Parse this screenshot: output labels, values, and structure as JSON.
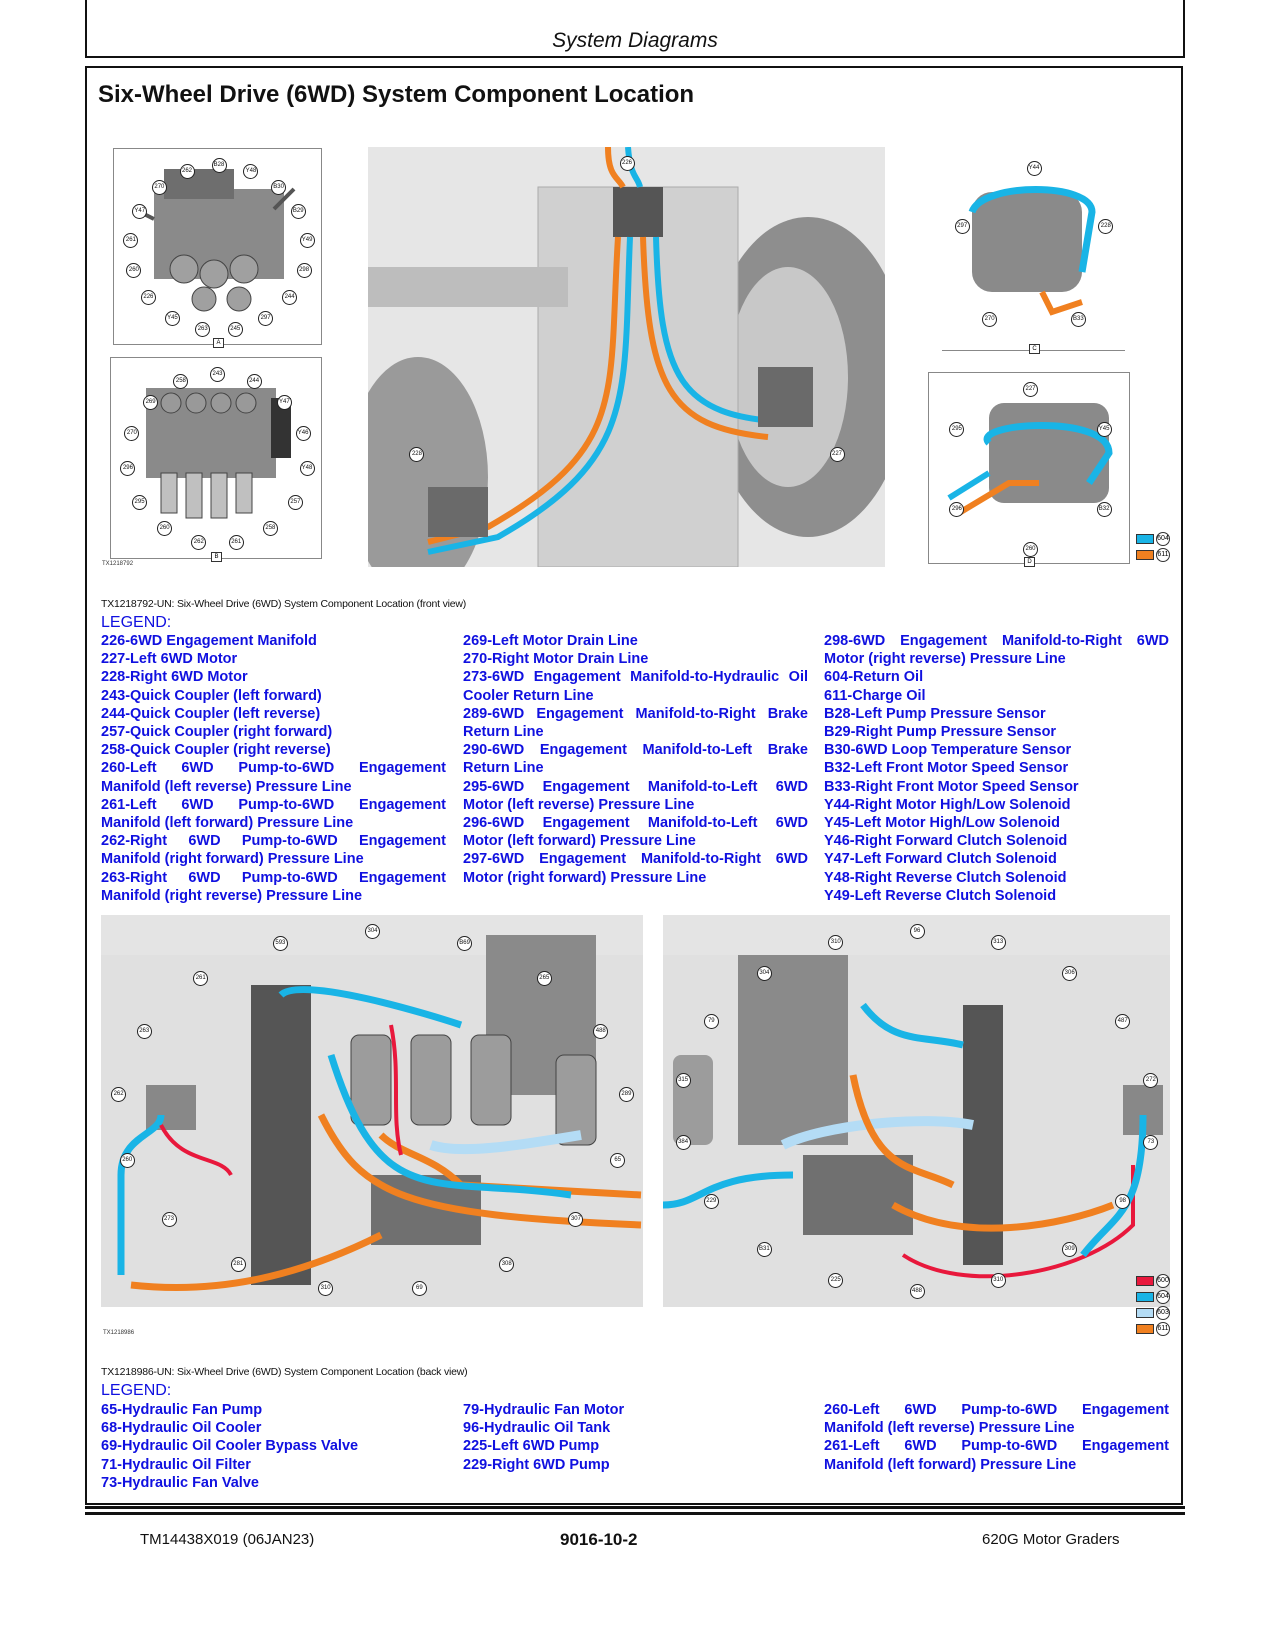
{
  "header": {
    "section_title": "System Diagrams"
  },
  "page_title": "Six-Wheel Drive (6WD) System Component Location",
  "front_view": {
    "figure_id": "TX1218792",
    "figure_labels": [
      "A",
      "B",
      "C",
      "D"
    ],
    "callouts_a": [
      "B28",
      "Y48",
      "B30",
      "B29",
      "Y49",
      "298",
      "244",
      "297",
      "245",
      "263",
      "Y45",
      "226",
      "260",
      "261",
      "Y47",
      "270",
      "262"
    ],
    "callouts_b": [
      "243",
      "244",
      "Y47",
      "Y46",
      "Y48",
      "257",
      "258",
      "261",
      "262",
      "260",
      "295",
      "296",
      "270",
      "269",
      "258"
    ],
    "callouts_main": [
      "226",
      "227",
      "228"
    ],
    "callouts_c": [
      "Y44",
      "228",
      "B33",
      "270",
      "297"
    ],
    "callouts_d": [
      "227",
      "Y45",
      "B32",
      "260",
      "296",
      "295"
    ],
    "swatches": [
      {
        "code": "604",
        "color": "#19b4e6"
      },
      {
        "code": "611",
        "color": "#f08020"
      }
    ],
    "caption": "TX1218792-UN: Six-Wheel Drive (6WD) System Component Location (front view)",
    "legend_title": "LEGEND:",
    "legend_columns": [
      [
        "226-6WD Engagement Manifold",
        "227-Left 6WD Motor",
        "228-Right 6WD Motor",
        "243-Quick Coupler (left forward)",
        "244-Quick Coupler (left reverse)",
        "257-Quick Coupler (right forward)",
        "258-Quick Coupler (right reverse)",
        "260-Left 6WD Pump-to-6WD Engagement Manifold (left reverse) Pressure Line",
        "261-Left 6WD Pump-to-6WD Engagement Manifold (left forward) Pressure Line",
        "262-Right 6WD Pump-to-6WD Engagement Manifold (right forward) Pressure Line",
        "263-Right 6WD Pump-to-6WD Engagement Manifold (right reverse) Pressure Line"
      ],
      [
        "269-Left Motor Drain Line",
        "270-Right Motor Drain Line",
        "273-6WD Engagement Manifold-to-Hydraulic Oil Cooler Return Line",
        "289-6WD Engagement Manifold-to-Right Brake Return Line",
        "290-6WD Engagement Manifold-to-Left Brake Return Line",
        "295-6WD Engagement Manifold-to-Left 6WD Motor (left reverse) Pressure Line",
        "296-6WD Engagement Manifold-to-Left 6WD Motor (left forward) Pressure Line",
        "297-6WD Engagement Manifold-to-Right 6WD Motor (right forward) Pressure Line"
      ],
      [
        "298-6WD Engagement Manifold-to-Right 6WD Motor (right reverse) Pressure Line",
        "604-Return Oil",
        "611-Charge Oil",
        "B28-Left Pump Pressure Sensor",
        "B29-Right Pump Pressure Sensor",
        "B30-6WD Loop Temperature Sensor",
        "B32-Left Front Motor Speed Sensor",
        "B33-Right Front Motor Speed Sensor",
        "Y44-Right Motor High/Low Solenoid",
        "Y45-Left Motor High/Low Solenoid",
        "Y46-Right Forward Clutch Solenoid",
        "Y47-Left Forward Clutch Solenoid",
        "Y48-Right Reverse Clutch Solenoid",
        "Y49-Left Reverse Clutch Solenoid"
      ]
    ]
  },
  "back_view": {
    "figure_id": "TX1218986",
    "callouts_left": [
      "304",
      "B69",
      "265",
      "488",
      "289",
      "65",
      "307",
      "308",
      "69",
      "310",
      "281",
      "273",
      "260",
      "262",
      "263",
      "261",
      "593"
    ],
    "callouts_right": [
      "96",
      "313",
      "306",
      "487",
      "272",
      "73",
      "98",
      "309",
      "310",
      "488",
      "225",
      "B31",
      "229",
      "384",
      "315",
      "79",
      "304",
      "310"
    ],
    "swatches": [
      {
        "code": "600",
        "color": "#e8183c"
      },
      {
        "code": "604",
        "color": "#19b4e6"
      },
      {
        "code": "603",
        "color": "#b4dcf5"
      },
      {
        "code": "611",
        "color": "#f08020"
      }
    ],
    "caption": "TX1218986-UN: Six-Wheel Drive (6WD) System Component Location (back view)",
    "legend_title": "LEGEND:",
    "legend_columns": [
      [
        "65-Hydraulic Fan Pump",
        "68-Hydraulic Oil Cooler",
        "69-Hydraulic Oil Cooler Bypass Valve",
        "71-Hydraulic Oil Filter",
        "73-Hydraulic Fan Valve"
      ],
      [
        "79-Hydraulic Fan Motor",
        "96-Hydraulic Oil Tank",
        "225-Left 6WD Pump",
        "229-Right 6WD Pump"
      ],
      [
        "260-Left 6WD Pump-to-6WD Engagement Manifold (left reverse) Pressure Line",
        "261-Left 6WD Pump-to-6WD Engagement Manifold (left forward) Pressure Line"
      ]
    ]
  },
  "footer": {
    "doc_id": "TM14438X019 (06JAN23)",
    "page_number": "9016-10-2",
    "product": "620G Motor Graders"
  }
}
